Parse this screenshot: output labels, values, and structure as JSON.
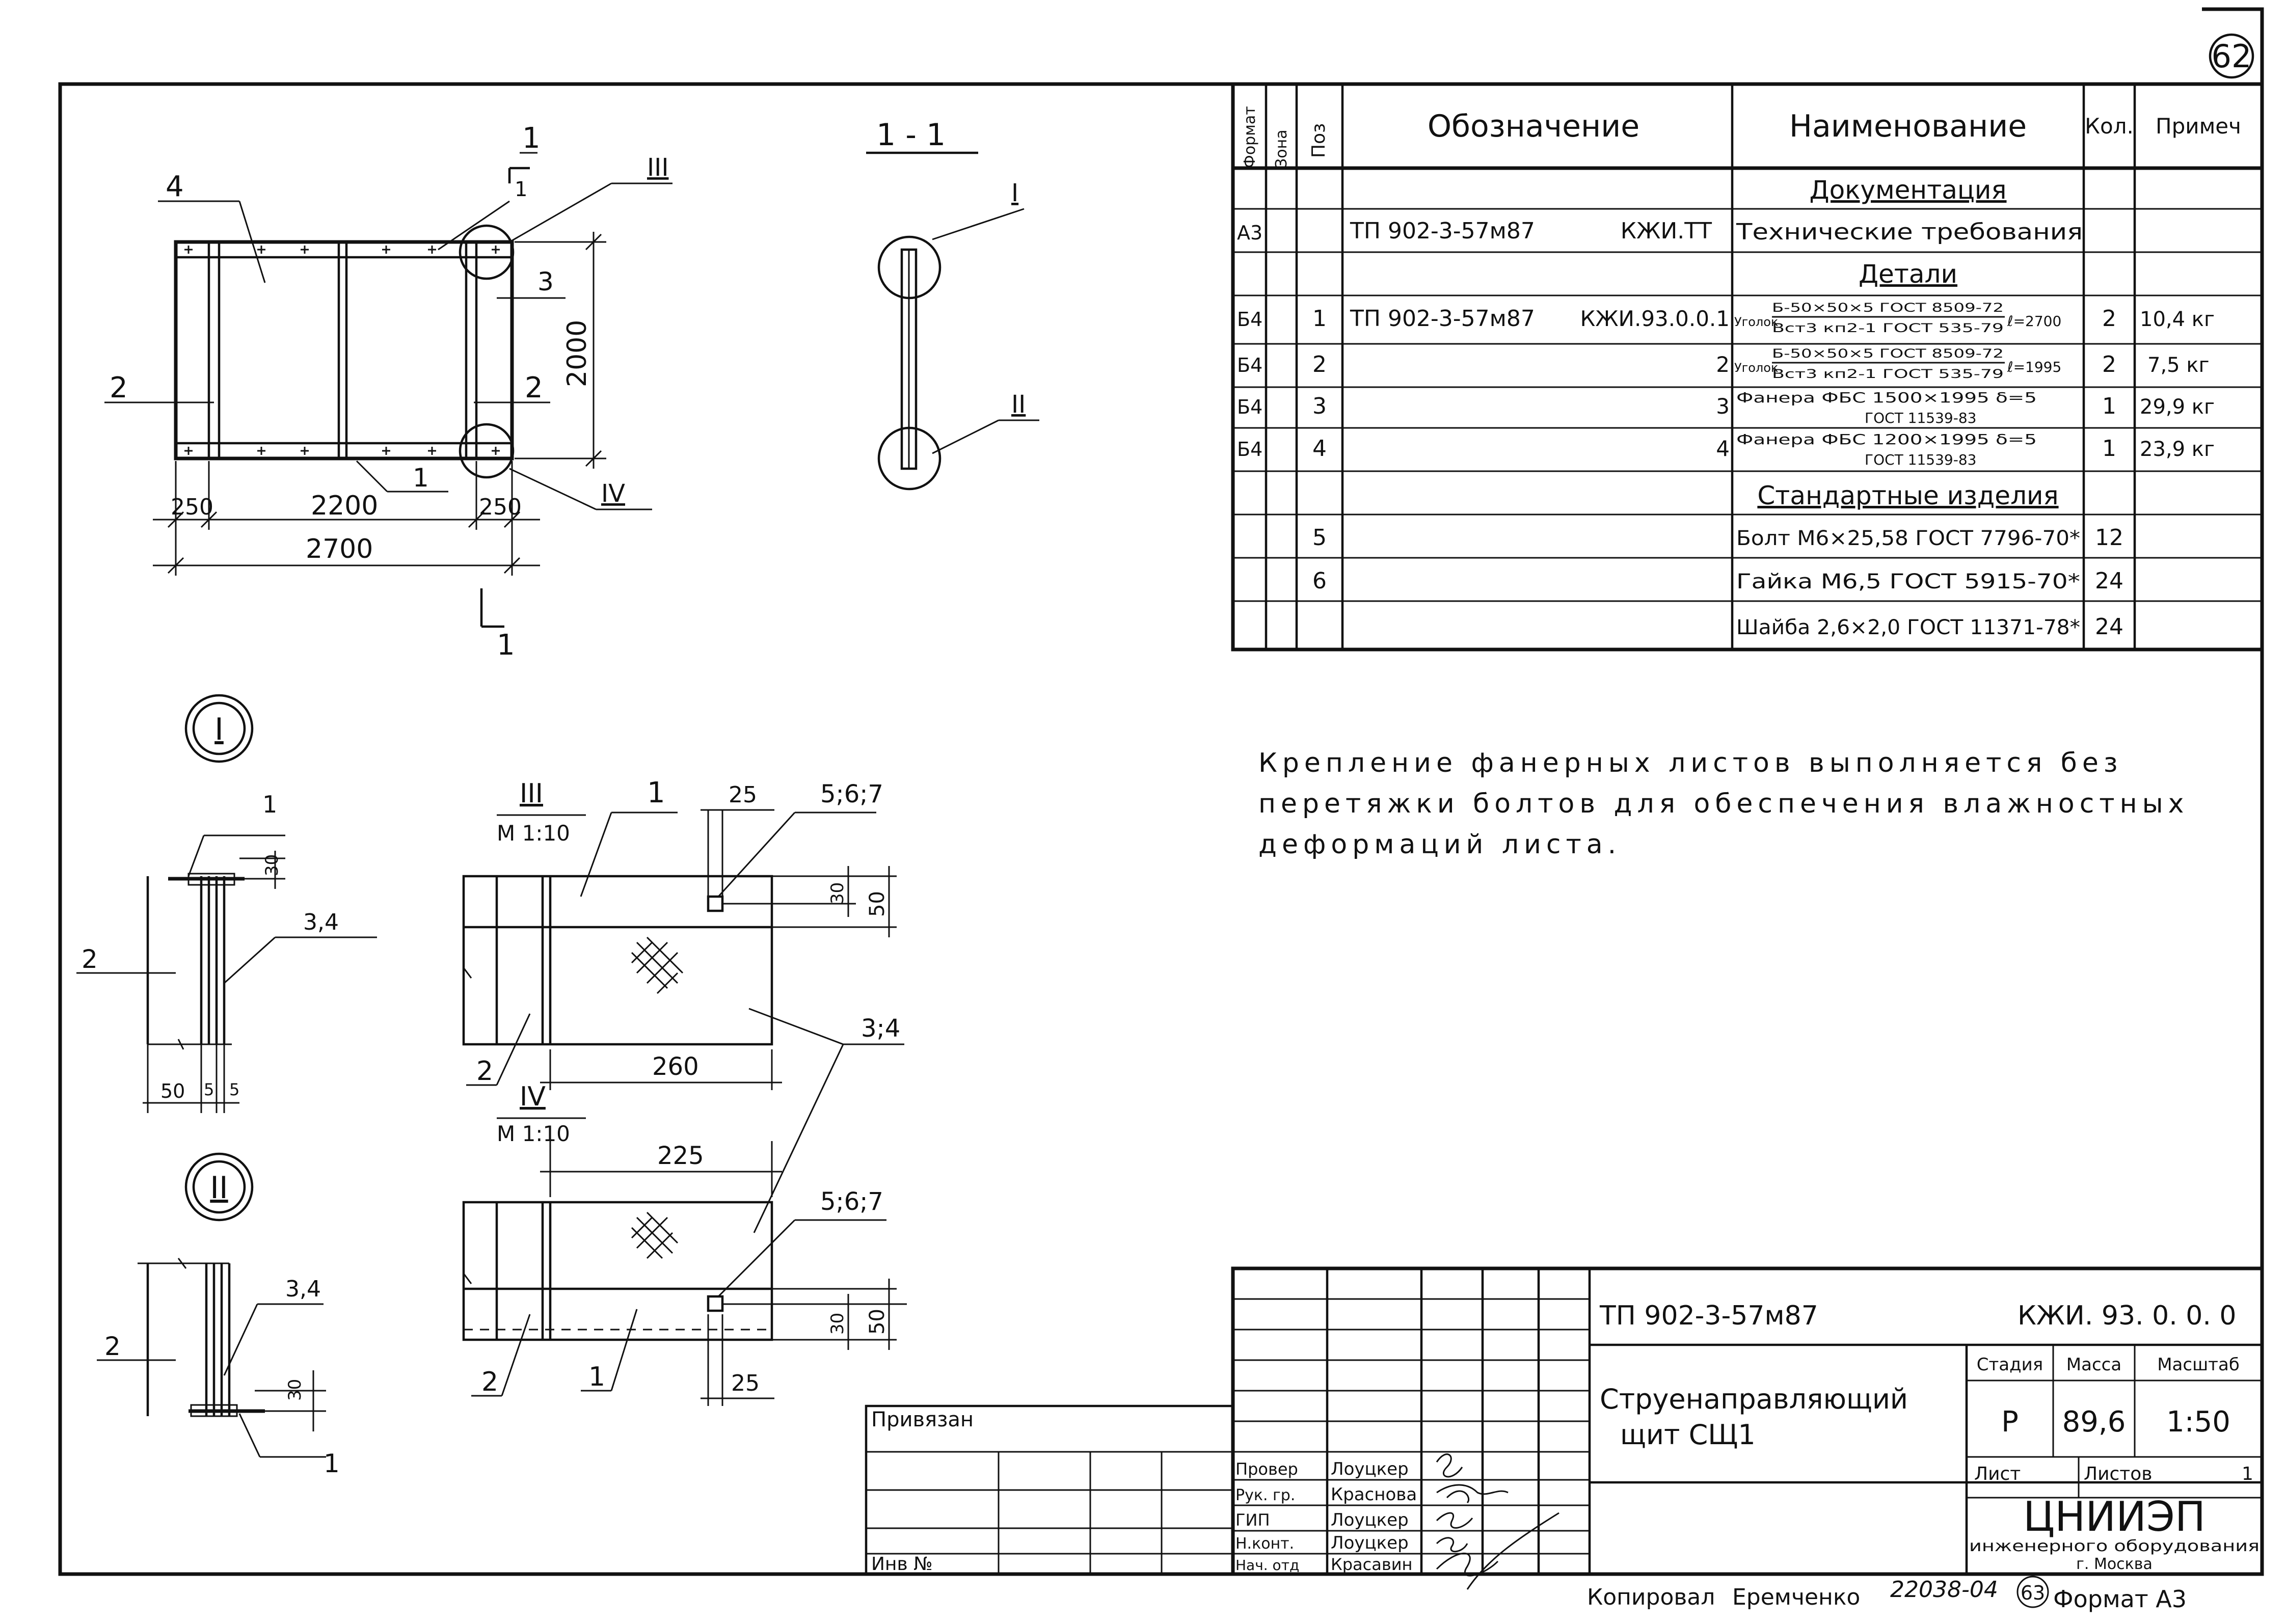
{
  "page_number": "62",
  "section_label": "1 - 1",
  "spec_table": {
    "headers": {
      "format": "Формат",
      "zone": "Зона",
      "pos": "Поз",
      "designation": "Обозначение",
      "name": "Наименование",
      "qty": "Кол.",
      "note": "Примеч"
    },
    "section_docs": "Документация",
    "section_details": "Детали",
    "section_standard": "Стандартные изделия",
    "rows": [
      {
        "format": "А3",
        "pos": "",
        "designation": "ТП 902-3-57м87",
        "code": "КЖИ.ТТ",
        "name": "Технические требования",
        "qty": "",
        "note": ""
      },
      {
        "format": "Б4",
        "pos": "1",
        "designation": "ТП 902-3-57м87",
        "code": "КЖИ.93.0.0.1",
        "name_prefix": "Уголок",
        "name_top": "Б-50×50×5 ГОСТ 8509-72",
        "name_bottom": "Вст3 кп2-1 ГОСТ 535-79",
        "name_suffix": "ℓ=2700",
        "qty": "2",
        "note": "10,4 кг"
      },
      {
        "format": "Б4",
        "pos": "2",
        "designation": "",
        "code": "2",
        "name_prefix": "Уголок",
        "name_top": "Б-50×50×5 ГОСТ 8509-72",
        "name_bottom": "Вст3 кп2-1 ГОСТ 535-79",
        "name_suffix": "ℓ=1995",
        "qty": "2",
        "note": "7,5 кг"
      },
      {
        "format": "Б4",
        "pos": "3",
        "designation": "",
        "code": "3",
        "name_top": "Фанера ФБС 1500×1995 δ=5",
        "name_bottom": "ГОСТ 11539-83",
        "qty": "1",
        "note": "29,9 кг"
      },
      {
        "format": "Б4",
        "pos": "4",
        "designation": "",
        "code": "4",
        "name_top": "Фанера ФБС 1200×1995 δ=5",
        "name_bottom": "ГОСТ 11539-83",
        "qty": "1",
        "note": "23,9 кг"
      },
      {
        "format": "",
        "pos": "5",
        "name": "Болт М6×25,58 ГОСТ 7796-70*",
        "qty": "12",
        "note": ""
      },
      {
        "format": "",
        "pos": "6",
        "name": "Гайка М6,5 ГОСТ 5915-70*",
        "qty": "24",
        "note": ""
      },
      {
        "format": "",
        "pos": "",
        "name": "Шайба 2,6×2,0 ГОСТ 11371-78*",
        "qty": "24",
        "note": ""
      }
    ]
  },
  "note_text": {
    "line1": "Крепление фанерных листов выполняется без",
    "line2": "перетяжки болтов для обеспечения влажностных",
    "line3": "деформаций листа."
  },
  "main_view": {
    "dims": {
      "left": "250",
      "middle": "2200",
      "right": "250",
      "total": "2700",
      "height": "2000"
    },
    "labels": {
      "p1": "1",
      "p2": "2",
      "p3": "3",
      "p4": "4",
      "sec": "1",
      "node3": "III",
      "node4": "IV"
    }
  },
  "section_view": {
    "node1": "I",
    "node2": "II"
  },
  "node_I": {
    "label": "I",
    "dims": [
      "30",
      "50",
      "5",
      "5"
    ],
    "labels": [
      "1",
      "2",
      "3,4"
    ]
  },
  "node_II": {
    "label": "II",
    "dims": [
      "30"
    ],
    "labels": [
      "1",
      "2",
      "3,4"
    ]
  },
  "detail_III": {
    "title": "III",
    "scale": "М 1:10",
    "dims": [
      "25",
      "30",
      "50",
      "260"
    ],
    "labels": [
      "1",
      "2",
      "5;6;7"
    ]
  },
  "detail_IV": {
    "title": "IV",
    "scale": "М 1:10",
    "dims": [
      "225",
      "25",
      "30",
      "50"
    ],
    "labels": [
      "1",
      "2",
      "5;6;7"
    ]
  },
  "shared_label": "3;4",
  "title_block": {
    "privyazan": "Привязан",
    "inv": "Инв №",
    "roles": [
      {
        "role": "Провер",
        "name": "Лоуцкер"
      },
      {
        "role": "Рук. гр.",
        "name": "Краснова"
      },
      {
        "role": "ГИП",
        "name": "Лоуцкер"
      },
      {
        "role": "Н.конт.",
        "name": "Лоуцкер"
      },
      {
        "role": "Нач. отд",
        "name": "Красавин"
      }
    ],
    "project": "ТП 902-3-57м87",
    "code": "КЖИ. 93. 0. 0. 0",
    "title_line1": "Струенаправляющий",
    "title_line2": "щит  СЩ1",
    "stage_h": "Стадия",
    "mass_h": "Масса",
    "scale_h": "Масштаб",
    "stage": "Р",
    "mass": "89,6",
    "scale": "1:50",
    "sheet_h": "Лист",
    "sheets_h": "Листов",
    "sheets": "1",
    "org_big": "ЦНИИЭП",
    "org_line1": "инженерного оборудования",
    "org_line2": "г. Москва"
  },
  "footer": {
    "copied": "Копировал",
    "copier": "Еремченко",
    "order": "22038-04",
    "circle_no": "63",
    "format": "Формат А3"
  }
}
